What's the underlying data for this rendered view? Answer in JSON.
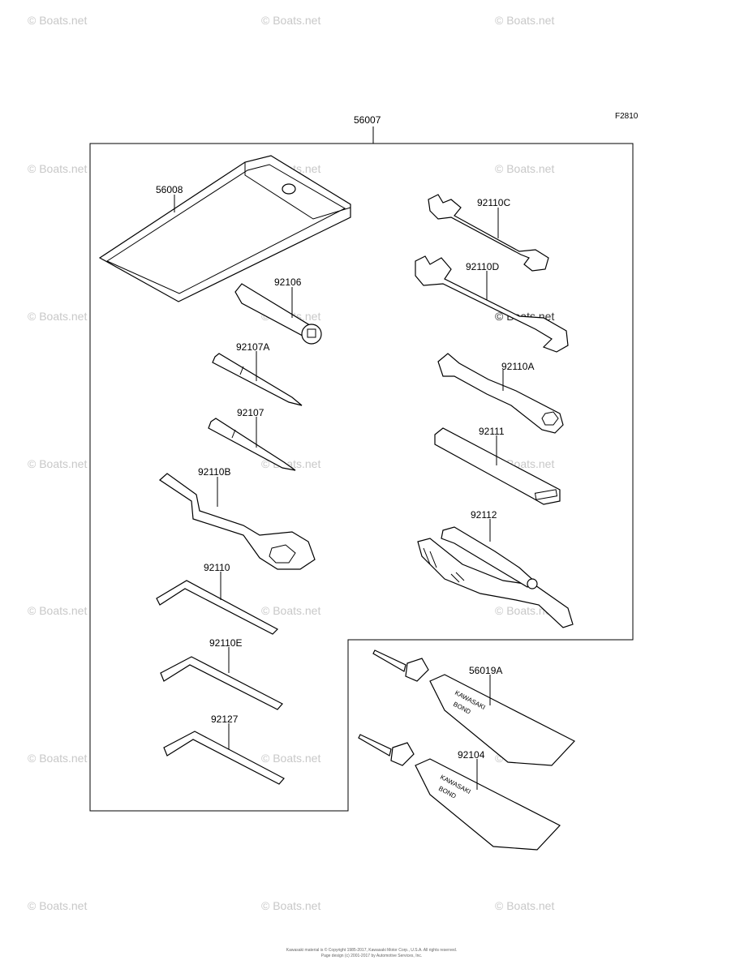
{
  "figure_code": "F2810",
  "watermark": "© Boats.net",
  "footer": {
    "line1": "Kawasaki material is © Copyright 1985-2017, Kawasaki Motor Corp., U.S.A. All rights reserved.",
    "line2": "Page design (c) 2001-2017 by Automotive Services, Inc."
  },
  "bond_text": {
    "brand": "KAWASAKI",
    "word": "BOND"
  },
  "parts": {
    "p56007": "56007",
    "p56008": "56008",
    "p92106": "92106",
    "p92107A": "92107A",
    "p92107": "92107",
    "p92110B": "92110B",
    "p92110": "92110",
    "p92110E": "92110E",
    "p92127": "92127",
    "p92110C": "92110C",
    "p92110D": "92110D",
    "p92110A": "92110A",
    "p92111": "92111",
    "p92112": "92112",
    "p56019A": "56019A",
    "p92104": "92104"
  }
}
